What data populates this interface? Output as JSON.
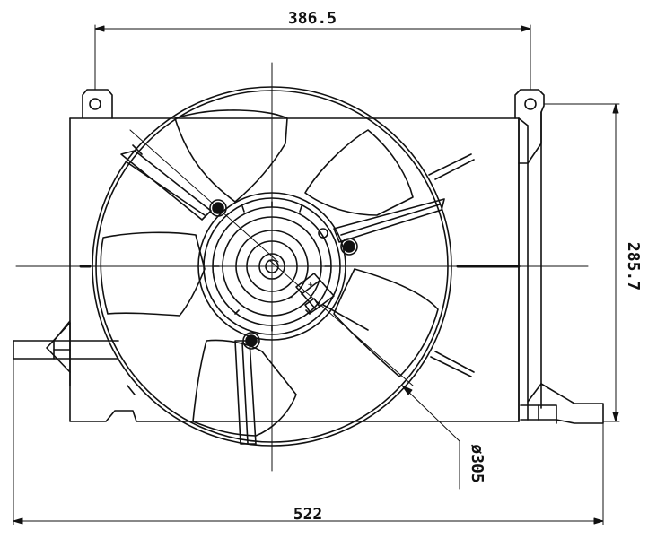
{
  "dimensions": {
    "top_width": "386.5",
    "right_height": "285.7",
    "bottom_width": "522",
    "fan_diameter": "ø305"
  },
  "connector": {
    "plus": "+",
    "minus": "-"
  },
  "colors": {
    "line": "#111111",
    "background": "#ffffff"
  }
}
